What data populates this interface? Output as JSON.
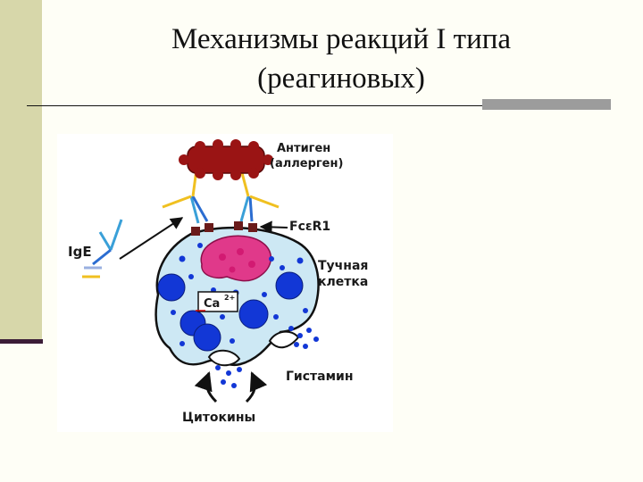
{
  "slide": {
    "title_line1": "Механизмы реакций  I типа",
    "title_line2": "(реагиновых)"
  },
  "diagram": {
    "labels": {
      "antigen": "Антиген",
      "allergen": "(аллерген)",
      "receptor": "FcεR1",
      "ige": "IgE",
      "mast_cell_1": "Тучная",
      "mast_cell_2": "клетка",
      "calcium": "Ca",
      "calcium_charge": "2+",
      "histamine": "Гистамин",
      "cytokines": "Цитокины"
    }
  },
  "colors": {
    "sidebar": "#d7d7aa",
    "sidebar_edge": "#3b1d37",
    "accent_bar": "#9c9c9c",
    "cell_fill": "#cde8f4",
    "granule": "#1237d6",
    "nucleus": "#e0398a",
    "antigen": "#9a1414"
  }
}
